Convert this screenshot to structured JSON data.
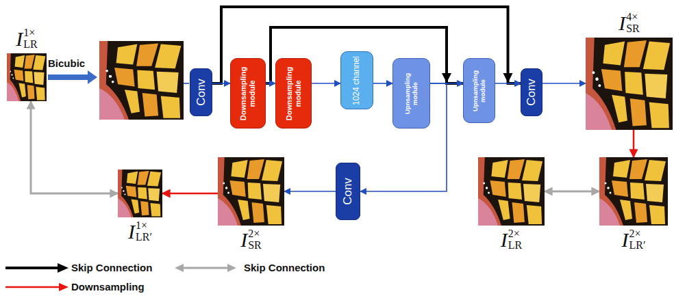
{
  "diagram": {
    "nodes": [
      {
        "text": [
          "I",
          "1×",
          "LR"
        ]
      },
      {
        "text": [
          "Conv"
        ]
      },
      {
        "text": [
          "Downsampling module"
        ]
      },
      {
        "text": [
          "Downsampling module"
        ]
      },
      {
        "text": [
          "1024 channel"
        ]
      },
      {
        "text": [
          "Upnsampling module"
        ]
      },
      {
        "text": [
          "Upnsampling module"
        ]
      },
      {
        "text": [
          "Conv"
        ]
      },
      {
        "text": [
          "I",
          "4×",
          "SR"
        ]
      },
      {
        "text": [
          "I",
          "1×",
          "LR′"
        ]
      },
      {
        "text": [
          "I",
          "2×",
          "SR"
        ]
      },
      {
        "text": [
          "Conv"
        ]
      },
      {
        "text": [
          "I",
          "2×",
          "LR"
        ]
      },
      {
        "text": [
          "I",
          "2×",
          "LR′"
        ]
      }
    ],
    "edges": [
      {
        "from": 1,
        "to": 2,
        "arrow": "to"
      },
      {
        "from": 2,
        "to": 3,
        "arrow": "to"
      },
      {
        "from": 3,
        "to": 4,
        "arrow": "to"
      },
      {
        "from": 4,
        "to": 5,
        "arrow": "to"
      },
      {
        "from": 5,
        "to": 6,
        "arrow": "to"
      },
      {
        "from": 6,
        "to": 7,
        "arrow": "to"
      },
      {
        "from": 7,
        "to": 8,
        "arrow": "to"
      },
      {
        "from": 1,
        "to": 7,
        "arrow": "to"
      },
      {
        "from": 2,
        "to": 6,
        "arrow": "to"
      },
      {
        "from": 5,
        "to": 11,
        "arrow": "to"
      },
      {
        "from": 11,
        "to": 10,
        "arrow": "to"
      },
      {
        "from": 10,
        "to": 9,
        "arrow": "to"
      },
      {
        "from": 9,
        "to": 0,
        "arrow": "both"
      },
      {
        "from": 8,
        "to": 13,
        "arrow": "to"
      },
      {
        "from": 12,
        "to": 13,
        "arrow": "both"
      }
    ],
    "labels": [
      "Bicubic"
    ],
    "legend": [
      {
        "text": "Skip Connection"
      },
      {
        "text": "Skip Connection"
      },
      {
        "text": "Downsampling"
      }
    ]
  }
}
